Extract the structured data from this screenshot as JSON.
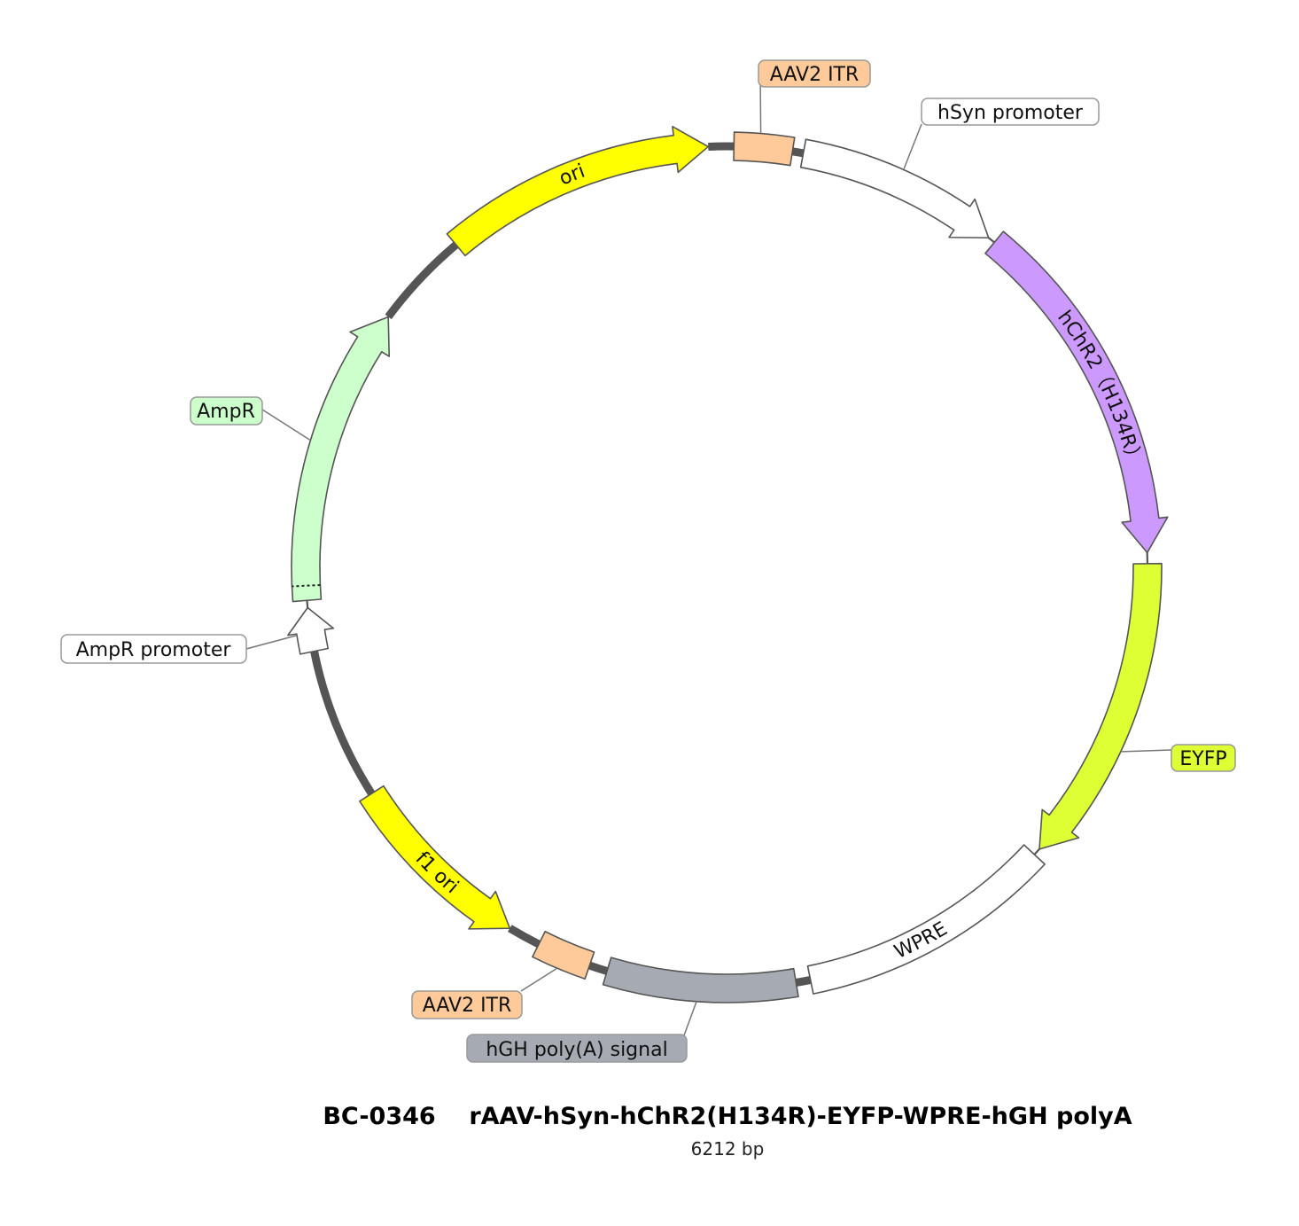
{
  "plasmid": {
    "id": "BC-0346",
    "name": "rAAV-hSyn-hChR2(H134R)-EYFP-WPRE-hGH polyA",
    "size_label": "6212 bp"
  },
  "colors": {
    "backbone": "#555555",
    "itr": "#FFCA99",
    "ori": "#FFFF00",
    "promoter": "#FFFFFF",
    "chr2": "#CC99FF",
    "eyfp": "#DDFF33",
    "wpre": "#FFFFFF",
    "polya": "#A6AAB2",
    "ampr": "#CCFFCC"
  },
  "features": [
    {
      "id": "itr1",
      "label": "AAV2 ITR",
      "type": "box",
      "color": "#FFCA99",
      "callout": true
    },
    {
      "id": "hsyn",
      "label": "hSyn promoter",
      "type": "arrow-cw",
      "color": "#FFFFFF",
      "callout": true
    },
    {
      "id": "chr2",
      "label": "hChR2（H134R）",
      "type": "arrow-cw",
      "color": "#CC99FF",
      "callout": false
    },
    {
      "id": "eyfp",
      "label": "EYFP",
      "type": "arrow-cw",
      "color": "#DDFF33",
      "callout": true
    },
    {
      "id": "wpre",
      "label": "WPRE",
      "type": "box",
      "color": "#FFFFFF",
      "callout": false
    },
    {
      "id": "polya",
      "label": "hGH poly(A) signal",
      "type": "box",
      "color": "#A6AAB2",
      "callout": true
    },
    {
      "id": "itr2",
      "label": "AAV2 ITR",
      "type": "box",
      "color": "#FFCA99",
      "callout": true
    },
    {
      "id": "f1ori",
      "label": "f1 ori",
      "type": "arrow-ccw",
      "color": "#FFFF00",
      "callout": false
    },
    {
      "id": "amprprom",
      "label": "AmpR promoter",
      "type": "arrow-cw",
      "color": "#FFFFFF",
      "callout": true
    },
    {
      "id": "ampr",
      "label": "AmpR",
      "type": "arrow-cw",
      "color": "#CCFFCC",
      "callout": true
    },
    {
      "id": "ori",
      "label": "ori",
      "type": "arrow-cw",
      "color": "#FFFF00",
      "callout": false
    }
  ]
}
